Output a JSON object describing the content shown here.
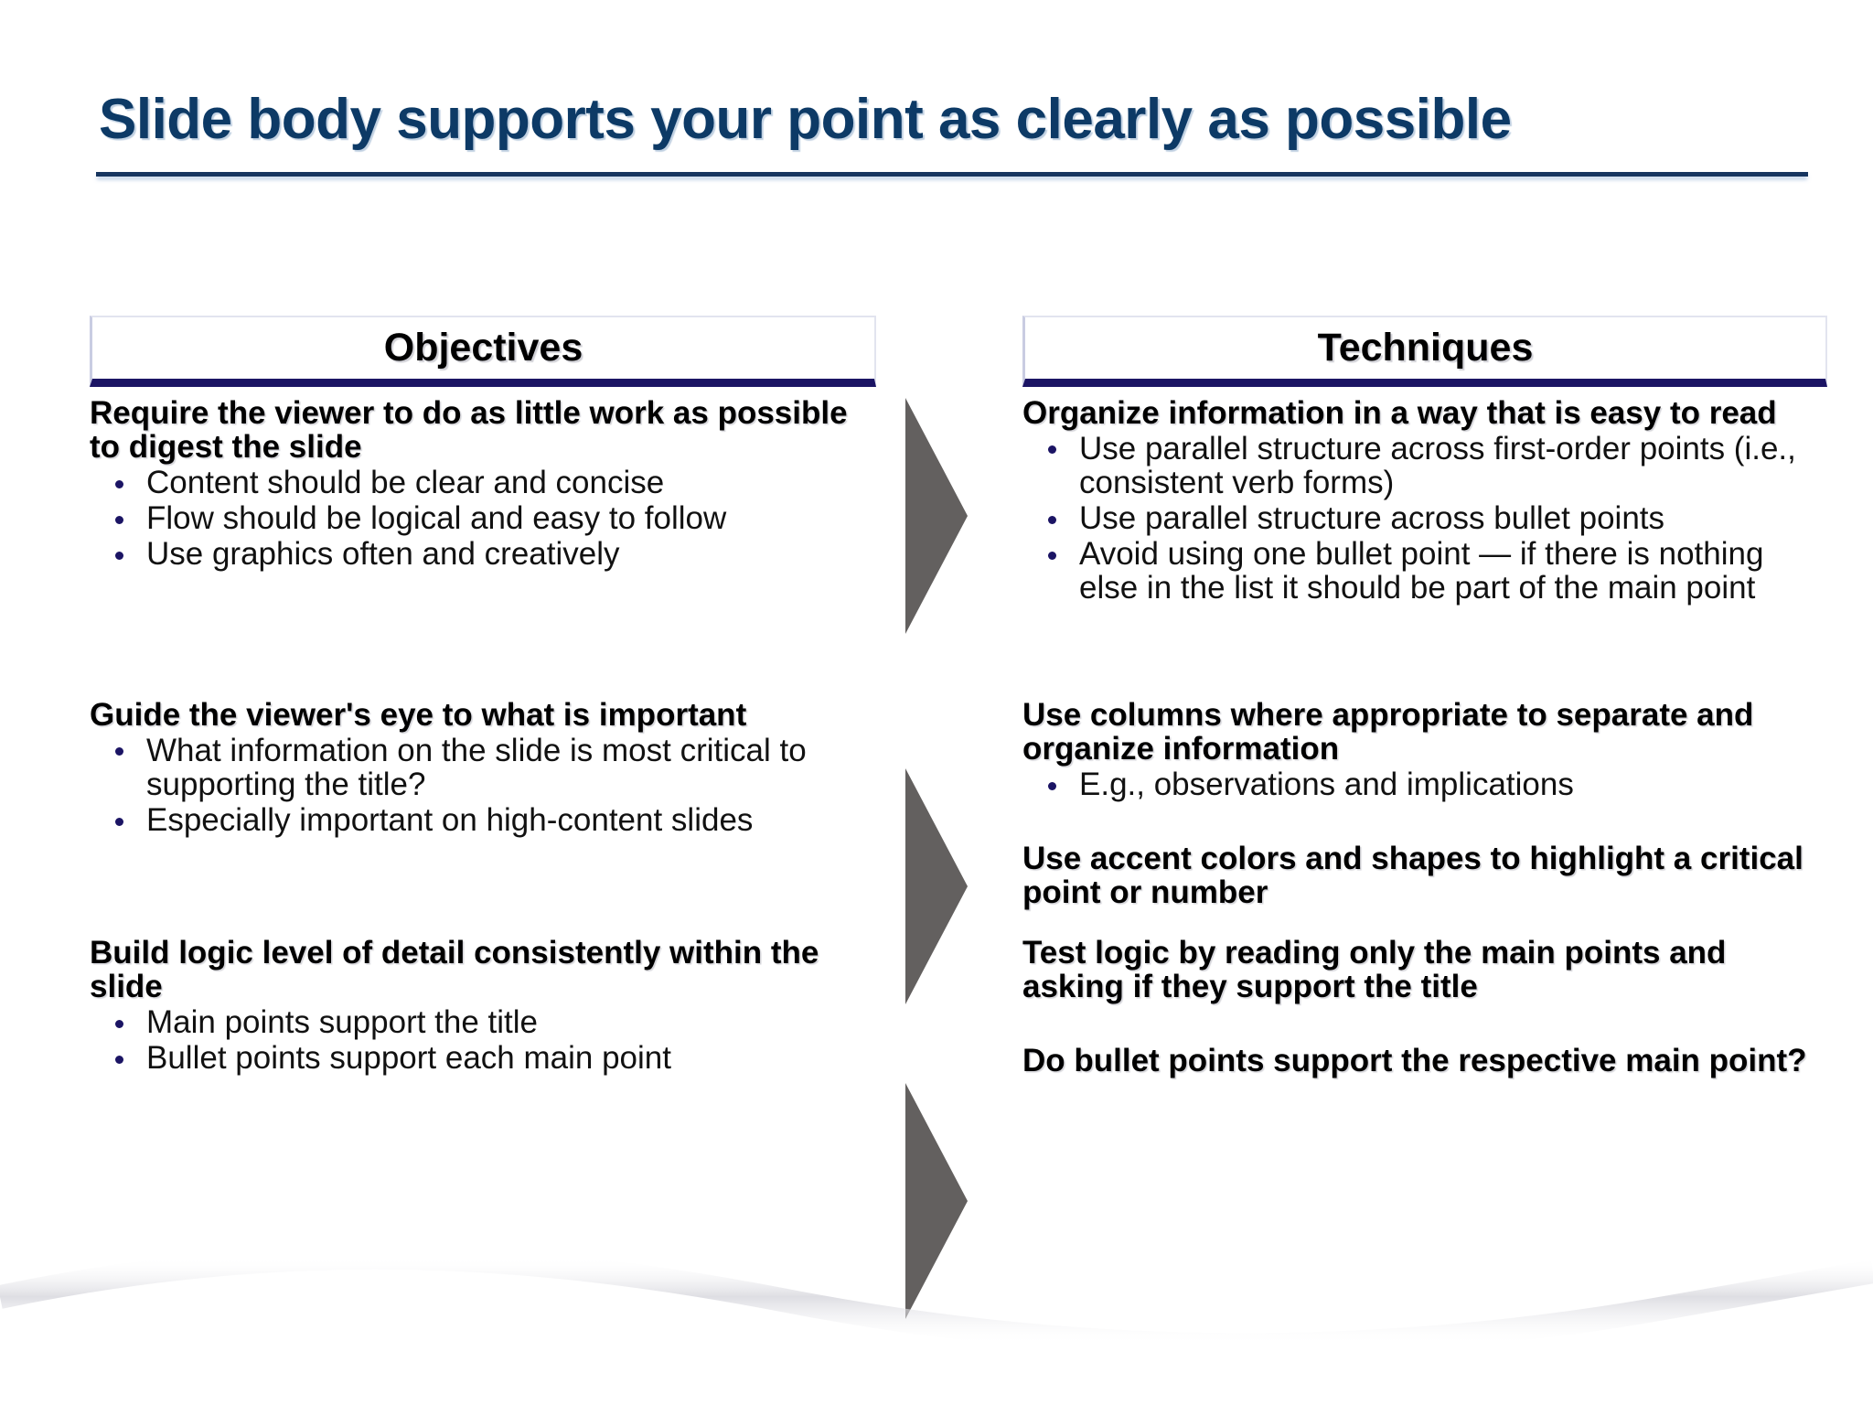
{
  "slide": {
    "title": "Slide body supports your point as clearly as possible",
    "accent_navy": "#1b1464",
    "title_color": "#0d3a66",
    "arrow_color": "#63605f",
    "bullet_color": "#1b1464",
    "background": "#ffffff"
  },
  "columns": [
    {
      "id": "objectives",
      "header": "Objectives",
      "blocks": [
        {
          "heading": "Require the viewer to do as little work as possible to digest the slide",
          "bullets": [
            "Content should be clear and concise",
            "Flow should be logical and easy to follow",
            "Use graphics often and creatively"
          ]
        },
        {
          "heading": "Guide the viewer's eye to what is important",
          "bullets": [
            "What information on the slide is most critical to supporting the title?",
            "Especially important on high-content slides"
          ]
        },
        {
          "heading": "Build logic level of detail consistently within the slide",
          "bullets": [
            "Main points support the title",
            "Bullet points support each main point"
          ]
        }
      ]
    },
    {
      "id": "techniques",
      "header": "Techniques",
      "blocks": [
        {
          "heading": "Organize information in a way that is easy to read",
          "bullets": [
            "Use parallel structure across first-order points (i.e., consistent verb forms)",
            "Use parallel structure across bullet points",
            "Avoid using one bullet point — if there is nothing else in the list it should be part of the main point"
          ]
        },
        {
          "heading": "Use columns where appropriate to separate and organize information",
          "bullets": [
            "E.g., observations and implications"
          ],
          "heading2": "Use accent colors and shapes to highlight a critical point or number"
        },
        {
          "heading": "Test logic by reading only the main points and asking if they support the title",
          "bullets": [],
          "heading2": "Do bullet points support the respective main point?"
        }
      ]
    }
  ],
  "arrows": [
    {
      "name": "arrow-row-1"
    },
    {
      "name": "arrow-row-2"
    },
    {
      "name": "arrow-row-3"
    }
  ]
}
